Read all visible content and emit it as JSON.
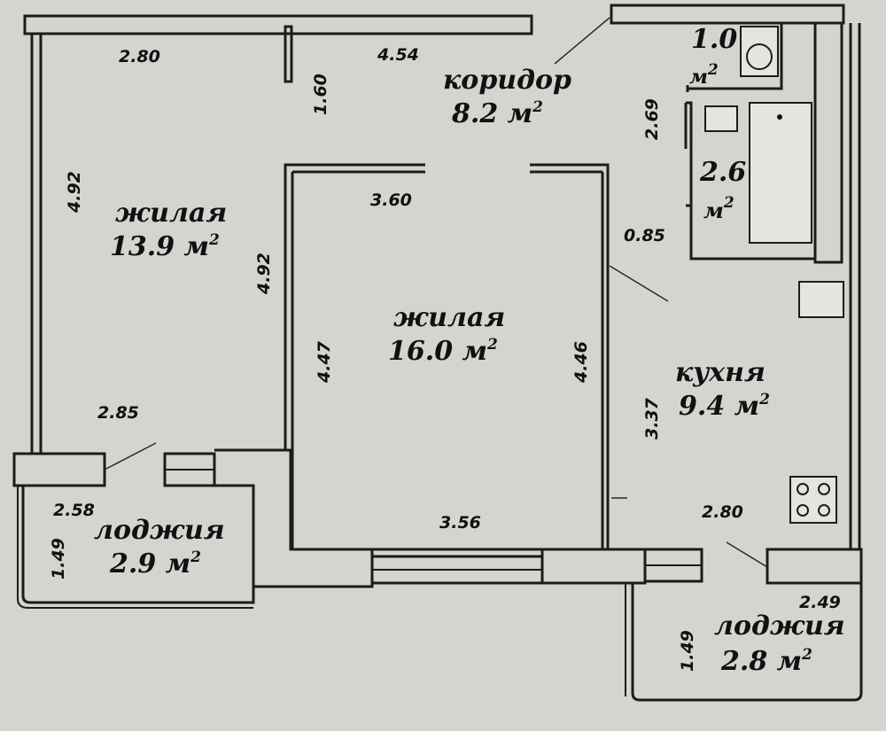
{
  "rooms": {
    "corridor": {
      "name": "коридор",
      "area": "8.2 м",
      "sup": "2"
    },
    "toilet": {
      "area": "1.0",
      "unit": "м",
      "sup": "2"
    },
    "bathroom": {
      "area": "2.6",
      "unit": "м",
      "sup": "2"
    },
    "living_left": {
      "name": "жилая",
      "area": "13.9 м",
      "sup": "2"
    },
    "living_center": {
      "name": "жилая",
      "area": "16.0 м",
      "sup": "2"
    },
    "kitchen": {
      "name": "кухня",
      "area": "9.4 м",
      "sup": "2"
    },
    "loggia_left": {
      "name": "лоджия",
      "area": "2.9 м",
      "sup": "2"
    },
    "loggia_right": {
      "name": "лоджия",
      "area": "2.8 м",
      "sup": "2"
    }
  },
  "dimensions": {
    "d_2_80_top": "2.80",
    "d_1_60": "1.60",
    "d_4_54": "4.54",
    "d_2_69": "2.69",
    "d_4_92_outer": "4.92",
    "d_4_92_inner": "4.92",
    "d_3_60": "3.60",
    "d_0_85": "0.85",
    "d_4_47": "4.47",
    "d_4_46": "4.46",
    "d_3_37": "3.37",
    "d_2_85": "2.85",
    "d_2_58": "2.58",
    "d_1_49_left": "1.49",
    "d_3_56": "3.56",
    "d_2_80_kitchen": "2.80",
    "d_2_49": "2.49",
    "d_1_49_right": "1.49"
  }
}
